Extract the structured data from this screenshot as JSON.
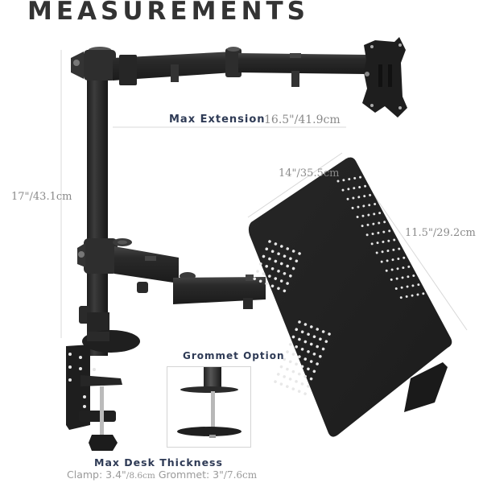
{
  "title": "MEASUREMENTS",
  "annotations": {
    "max_extension": {
      "label": "Max Extension",
      "value": "16.5\"/41.9cm"
    },
    "pole_height": {
      "value": "17\"/43.1cm"
    },
    "tray_width": {
      "value": "14\"/35.5cm"
    },
    "tray_height": {
      "value": "11.5\"/29.2cm"
    },
    "grommet_option": {
      "label": "Grommet Option"
    },
    "max_desk_thickness": {
      "label": "Max Desk Thickness",
      "clamp_label": "Clamp: 3.4\"",
      "clamp_metric": "/8.6cm",
      "grommet_label": "Grommet: 3\"",
      "grommet_metric": "/7.6cm"
    }
  },
  "colors": {
    "metal": "#2b2b2b",
    "metal_highlight": "#4a4a4a",
    "label_dark": "#2e3a55",
    "label_gray": "#8a8a8a",
    "dimension_line": "#d8d8d8"
  }
}
